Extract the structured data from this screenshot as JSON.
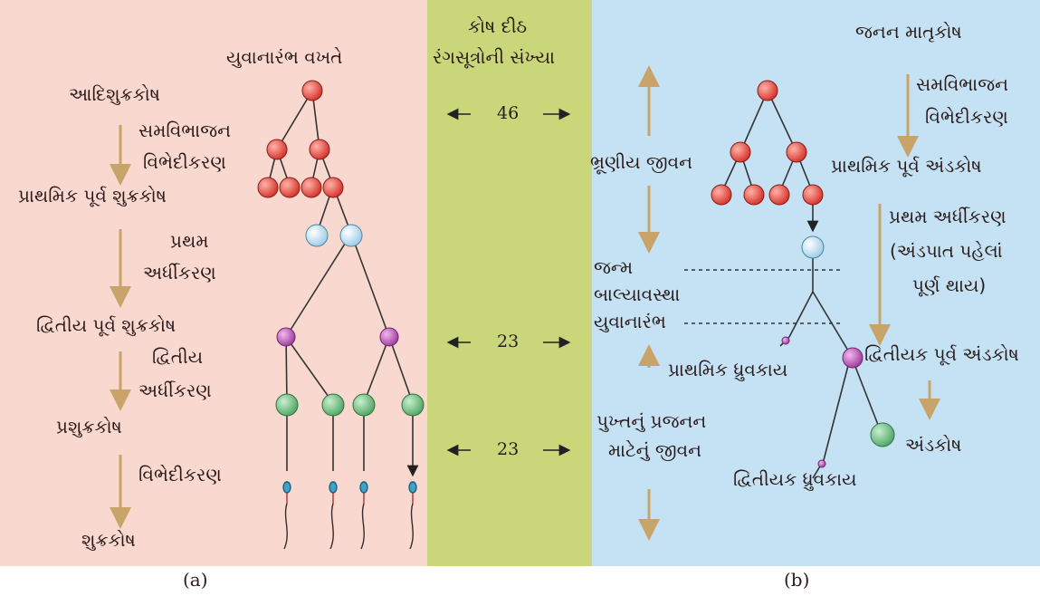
{
  "panel_a": {
    "header": "યુવાનારંભ વખતે",
    "stage1": "આદિશુક્રકોષ",
    "proc1_line1": "સમવિભાજન",
    "proc1_line2": "વિભેદીકરણ",
    "stage2": "પ્રાથમિક પૂર્વ શુક્રકોષ",
    "proc2_line1": "પ્રથમ",
    "proc2_line2": "અર્ધીકરણ",
    "stage3": "દ્વિતીય પૂર્વ શુક્રકોષ",
    "proc3_line1": "દ્વિતીય",
    "proc3_line2": "અર્ધીકરણ",
    "stage4": "પ્રશુક્રકોષ",
    "proc4": "વિભેદીકરણ",
    "stage5": "શુક્રકોષ",
    "caption": "(a)"
  },
  "middle": {
    "header_line1": "કોષ દીઠ",
    "header_line2": "રંગસૂત્રોની સંખ્યા",
    "count1": "46",
    "count2": "23",
    "count3": "23"
  },
  "panel_b": {
    "header": "જનન માતૃકોષ",
    "proc1_line1": "સમવિભાજન",
    "proc1_line2": "વિભેદીકરણ",
    "embryo_life": "ભ્રૂણીય જીવન",
    "stage2": "પ્રાથમિક પૂર્વ અંડકોષ",
    "proc2_line1": "પ્રથમ અર્ધીકરણ",
    "proc2_line2": "(અંડપાત પહેલાં",
    "proc2_line3": "પૂર્ણ થાય)",
    "birth": "જન્મ",
    "childhood": "બાલ્યાવસ્થા",
    "puberty": "યુવાનારંભ",
    "primary_polar": "પ્રાથમિક ધ્રુવકાય",
    "stage3": "દ્વિતીયક પૂર્વ અંડકોષ",
    "adult_line1": "પુખ્તનું પ્રજનન",
    "adult_line2": "માટેનું જીવન",
    "ovum": "અંડકોષ",
    "secondary_polar": "દ્વિતીયક ધ્રુવકાય",
    "caption": "(b)"
  },
  "colors": {
    "panel_a_bg": "#f9d9cf",
    "middle_bg": "#c9d77a",
    "panel_b_bg": "#c4e2f3",
    "arrow": "#c8a46a",
    "cell_red": "#e2453c",
    "cell_blue": "#cfe8f5",
    "cell_purple": "#b24fb0",
    "cell_green": "#6cbf7e"
  }
}
